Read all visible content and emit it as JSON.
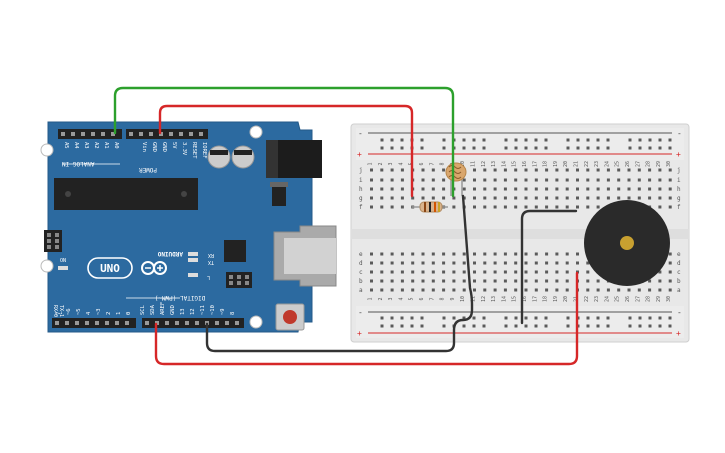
{
  "arduino": {
    "analog_header": "ANALOG IN",
    "analog_pins": [
      "A5",
      "A4",
      "A3",
      "A2",
      "A1",
      "A0"
    ],
    "power_pins": [
      "Vin",
      "GND",
      "GND",
      "5V",
      "3.3V",
      "RESET",
      "IOREF"
    ],
    "power_header": "POWER",
    "logo": "UNO",
    "brand": "ARDUINO",
    "digital_header": "DIGITAL (PWM~)",
    "digital_pins": [
      "0",
      "1",
      "2",
      "~3",
      "4",
      "~5",
      "~6",
      "7",
      "8",
      "~9",
      "~10",
      "~11",
      "12",
      "13",
      "GND",
      "AREF",
      "SDA",
      "SCL"
    ],
    "tx_label": "TX",
    "rx_label": "RX",
    "l_label": "L",
    "on_label": "ON",
    "txrx_side": [
      "TX→1",
      "RX←0"
    ]
  },
  "breadboard": {
    "row_letters_top": [
      "j",
      "i",
      "h",
      "g",
      "f"
    ],
    "row_letters_bottom": [
      "e",
      "d",
      "c",
      "b",
      "a"
    ],
    "column_numbers": [
      "1",
      "2",
      "3",
      "4",
      "5",
      "6",
      "7",
      "8",
      "9",
      "10",
      "11",
      "12",
      "13",
      "14",
      "15",
      "16",
      "17",
      "18",
      "19",
      "20",
      "21",
      "22",
      "23",
      "24",
      "25",
      "26",
      "27",
      "28",
      "29",
      "30"
    ],
    "plus": "+",
    "minus": "-"
  },
  "colors": {
    "board": "#2c6aa0",
    "breadboard": "#e6e6e6",
    "wire_green": "#2ca02c",
    "wire_red": "#d62728",
    "wire_black": "#333333",
    "buzzer": "#2a2a2a",
    "buzzer_center": "#c8a030"
  }
}
